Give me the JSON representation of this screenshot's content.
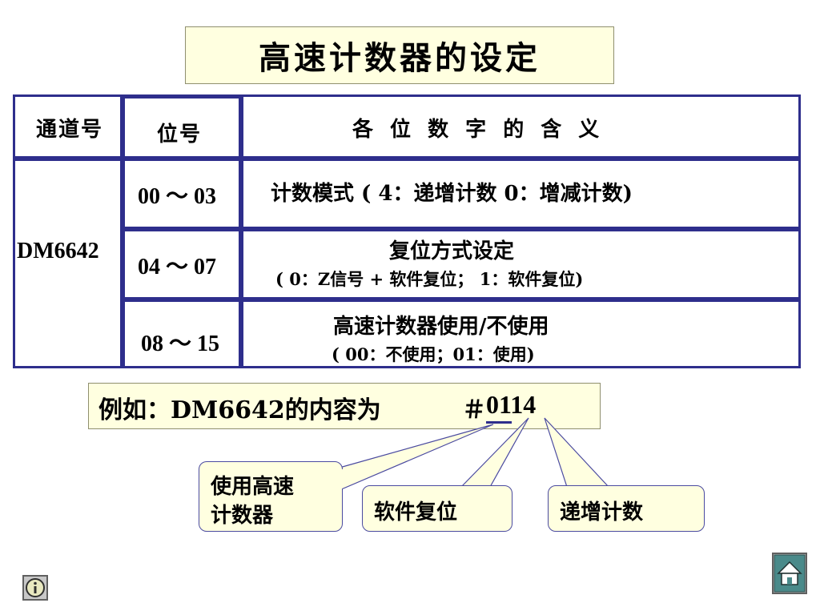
{
  "title": "高速计数器的设定",
  "table": {
    "headers": {
      "channel": "通道号",
      "bit": "位号",
      "meaning": "各 位 数 字 的 含 义"
    },
    "channel": "DM6642",
    "rows": [
      {
        "bits": "00 ～ 03",
        "line1": "计数模式 ( 4：递增计数  0：增减计数)",
        "line2": ""
      },
      {
        "bits": "04 ～ 07",
        "line1": "复位方式设定",
        "line2": "( 0：Z信号 + 软件复位；   1：软件复位)"
      },
      {
        "bits": "08 ～ 15",
        "line1": "高速计数器使用/不使用",
        "line2": "( 00：不使用；01：使用)"
      }
    ]
  },
  "example": {
    "prefix": "例如：DM6642的内容为",
    "hash": "＃",
    "value": "0114"
  },
  "callouts": {
    "use_counter": "使用高速计数器",
    "use_counter_line1": "使用高速",
    "use_counter_line2": "计数器",
    "software_reset": "软件复位",
    "increment_count": "递增计数"
  },
  "colors": {
    "table_border": "#2e2e8c",
    "highlight_fill": "#ffffe0",
    "callout_border": "#4a4aa0"
  },
  "icons": {
    "info": "info-icon",
    "home": "home-icon"
  }
}
